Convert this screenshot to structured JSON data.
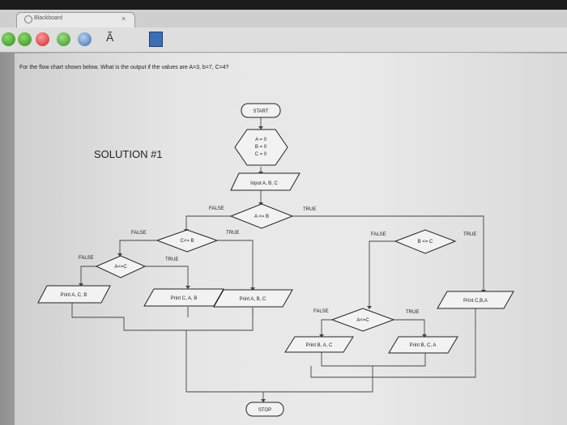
{
  "browser": {
    "tab_title": "Blackboard",
    "tab_close": "×",
    "toolbar_letter": "Ã"
  },
  "page": {
    "question": "For the flow chart shown below. What is the output if the values are A=3, b=7, C=4?",
    "solution_heading": "SOLUTION #1"
  },
  "flowchart": {
    "start": "START",
    "init": [
      "A = 0",
      "B = 0",
      "C = 0"
    ],
    "input": "Input A, B, C",
    "decision_a_le_b": "A <= B",
    "decision_c_le_b": "C<= B",
    "decision_a_le_c_left": "A<=C",
    "decision_b_le_c": "B <= C",
    "decision_a_le_c_right": "A<=C",
    "print_acb": "Print A, C, B",
    "print_cab": "Print C, A, B",
    "print_abc": "Print A, B, C",
    "print_bac": "Print B, A, C",
    "print_bca_mid": "Print B, C, A",
    "print_cba": "Print C,B,A",
    "stop": "STOP",
    "false": "FALSE",
    "true": "TRUE"
  }
}
